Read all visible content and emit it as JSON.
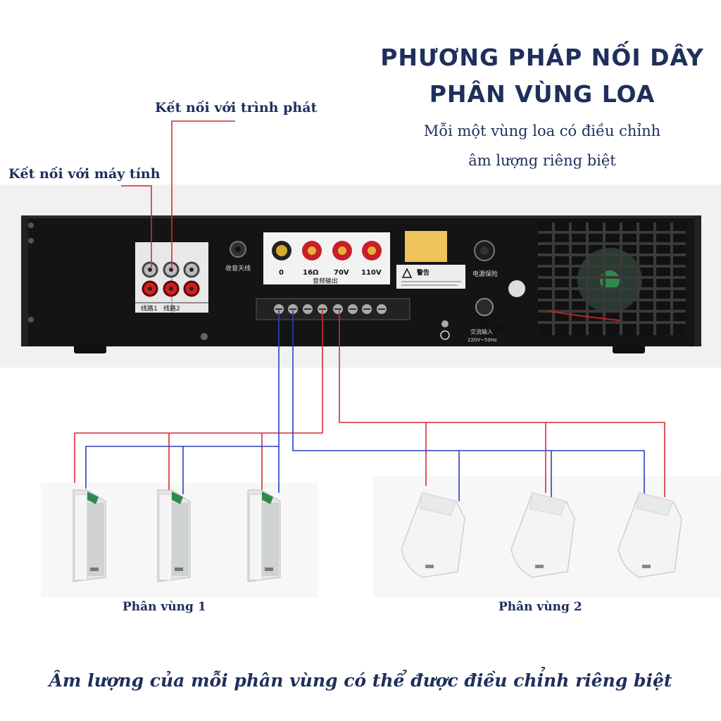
{
  "title": {
    "line1": "PHƯƠNG PHÁP NỐI DÂY",
    "line2": "PHÂN VÙNG LOA"
  },
  "subtitle": {
    "line1": "Mỗi một vùng loa có điều chỉnh",
    "line2": "âm lượng riêng biệt"
  },
  "callouts": {
    "player": "Kết nối với trình phát",
    "computer": "Kết nối với máy tính"
  },
  "amplifier": {
    "input_labels": [
      "线路1",
      "线路2"
    ],
    "antenna_label": "收音天线",
    "impedance_labels": [
      "0",
      "16Ω",
      "70V",
      "110V"
    ],
    "output_label": "音频输出",
    "warning_label": "警告",
    "power_label": "交流输入",
    "power_spec": "220V~50Hz",
    "fuse_label": "电源保险"
  },
  "zones": {
    "zone1": "Phân vùng 1",
    "zone2": "Phân vùng 2"
  },
  "footer": "Âm lượng của mỗi phân vùng có thể được điều chỉnh riêng biệt",
  "colors": {
    "title": "#1f2f5c",
    "wire_red": "#d62b35",
    "wire_blue": "#2b3fbf",
    "amp_body": "#141414"
  }
}
